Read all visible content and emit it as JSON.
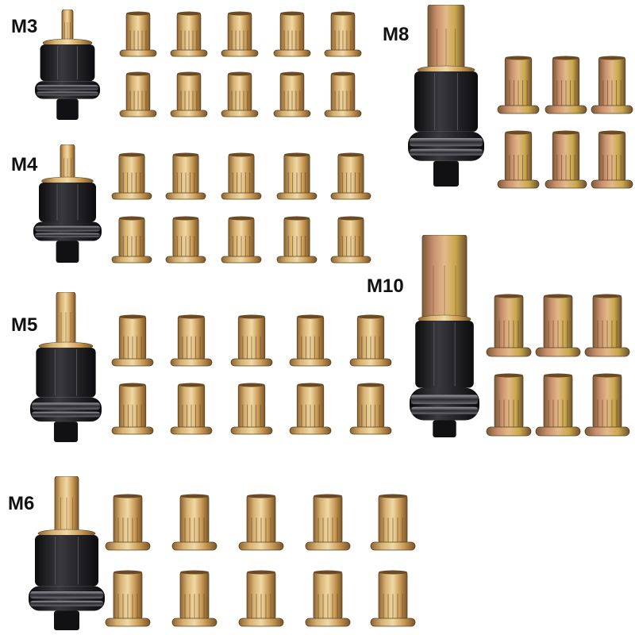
{
  "groups": [
    {
      "id": "m3",
      "label": "M3"
    },
    {
      "id": "m4",
      "label": "M4"
    },
    {
      "id": "m5",
      "label": "M5"
    },
    {
      "id": "m6",
      "label": "M6"
    },
    {
      "id": "m8",
      "label": "M8"
    },
    {
      "id": "m10",
      "label": "M10"
    }
  ],
  "colors": {
    "brass_light": "#e8c98a",
    "brass_mid": "#c99a55",
    "brass_dark": "#8a6330",
    "zinc_pink": "#c8908a",
    "zinc_gold": "#c9a84a",
    "tool_black": "#1c1c1e",
    "tool_grey": "#4a4a4e",
    "background": "#ffffff"
  }
}
